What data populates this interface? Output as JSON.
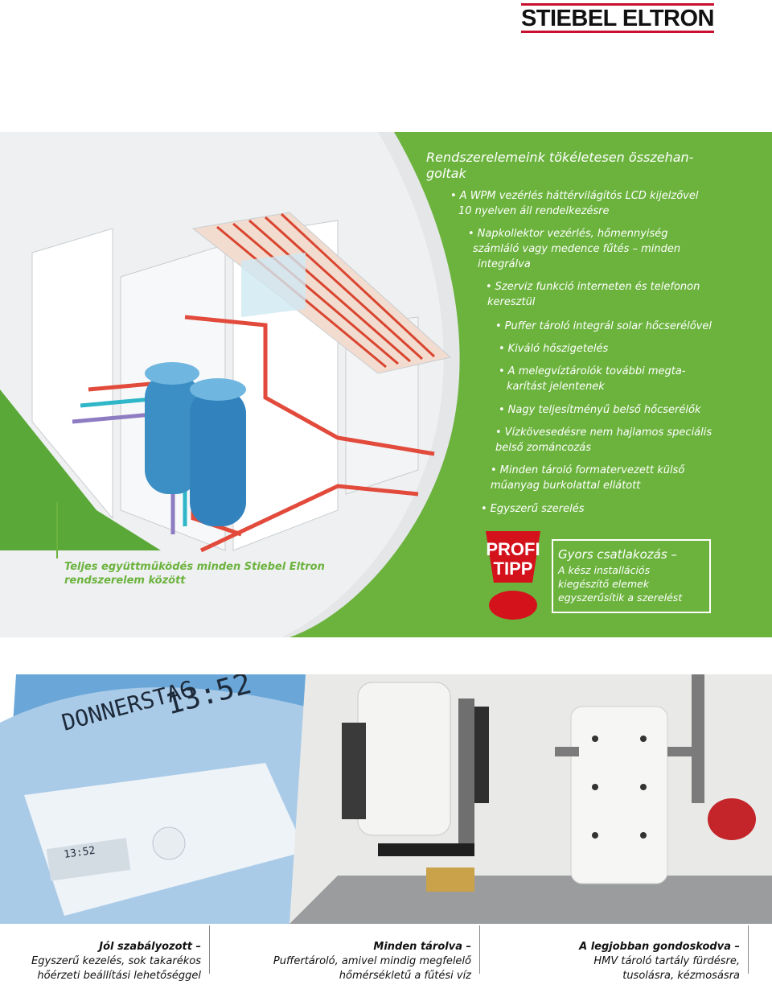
{
  "brand": {
    "logo_text": "STIEBEL ELTRON"
  },
  "hero": {
    "title": "Rendszerelemeink tökéletesen összehan-goltak",
    "title_line1": "Rendszerelemeink tökéletesen összehan-",
    "title_line2": "goltak",
    "bullets": [
      {
        "line1": "A WPM vezérlés háttérvilágítós LCD kijelzővel",
        "line2": "10 nyelven áll rendelkezésre"
      },
      {
        "line1": "Napkollektor vezérlés, hőmennyiség",
        "line2": "számláló vagy medence fűtés – minden",
        "line3": "integrálva"
      },
      {
        "line1": "Szerviz funkció interneten és telefonon",
        "line2": "keresztül"
      },
      {
        "line1": "Puffer tároló integrál solar hőcserélővel"
      },
      {
        "line1": "Kiváló hőszigetelés"
      },
      {
        "line1": "A melegvíztárolók további megta-",
        "line2": "karítást jelentenek"
      },
      {
        "line1": "Nagy teljesítményű belső hőcserélők"
      },
      {
        "line1": "Vízkövesedésre nem hajlamos speciális",
        "line2": "belső zománcozás"
      },
      {
        "line1": "Minden tároló formatervezett külső",
        "line2": "műanyag burkolattal ellátott"
      },
      {
        "line1": "Egyszerű szerelés"
      }
    ],
    "bullet_symbol": "•",
    "caption_line1": "Teljes együttműködés minden Stiebel Eltron",
    "caption_line2": "rendszerelem között",
    "accent_color": "#6cb33e"
  },
  "profi_tipp": {
    "badge_line1": "PROFI",
    "badge_line2": "TIPP",
    "heading": "Gyors csatlakozás –",
    "body_line1": "A kész installációs",
    "body_line2": "kiegészítő elemek",
    "body_line3": "egyszerűsítik a szerelést",
    "badge_color": "#d4121c"
  },
  "photos": {
    "display_text_1": "DONNERSTAG",
    "display_text_2": "13:52",
    "display_small": "13:52"
  },
  "captions": [
    {
      "heading": "Jól szabályozott –",
      "line1": "Egyszerű kezelés, sok takarékos",
      "line2": "hőérzeti beállítási lehetőséggel"
    },
    {
      "heading": "Minden tárolva –",
      "line1": "Puffertároló, amivel mindig megfelelő",
      "line2": "hőmérsékletű a fűtési víz"
    },
    {
      "heading": "A legjobban gondoskodva –",
      "line1": "HMV tároló tartály fürdésre,",
      "line2": "tusolásra, kézmosásra"
    }
  ]
}
